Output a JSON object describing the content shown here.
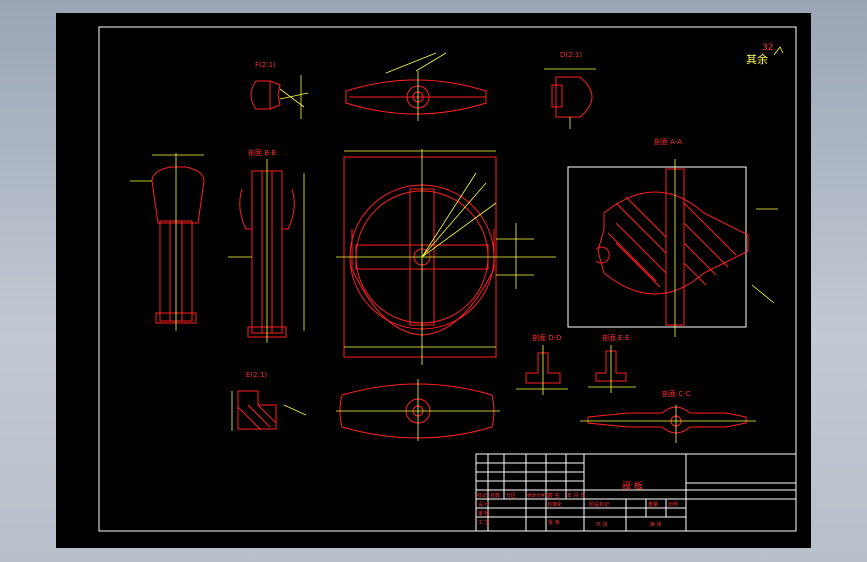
{
  "drawing": {
    "page_mark": "32",
    "page_mark_note": "其余",
    "views": {
      "detail_f": "F(2:1)",
      "detail_d": "D(2:1)",
      "section_b": "剖面 B-B",
      "section_a": "剖面 A-A",
      "detail_e": "E(2:1)",
      "section_d": "剖面 D-D",
      "section_e": "剖面 E-E",
      "section_c": "剖面 C-C"
    },
    "title_block": {
      "part_name": "阀 板",
      "row_headers": [
        "标记",
        "处数",
        "分区",
        "更改文件号",
        "签 名",
        "年 月 日"
      ],
      "role_labels": [
        "设 计",
        "审 核",
        "工 艺"
      ],
      "mid_labels": [
        "标准化",
        "批 准"
      ],
      "stage_labels": [
        "阶段标记",
        "重量",
        "比例"
      ],
      "sheet_labels": [
        "共 张",
        "第 张"
      ]
    }
  },
  "colors": {
    "outline": "#ffffff",
    "part": "#ff2020",
    "dimension": "#ffff40",
    "background": "#000000"
  }
}
